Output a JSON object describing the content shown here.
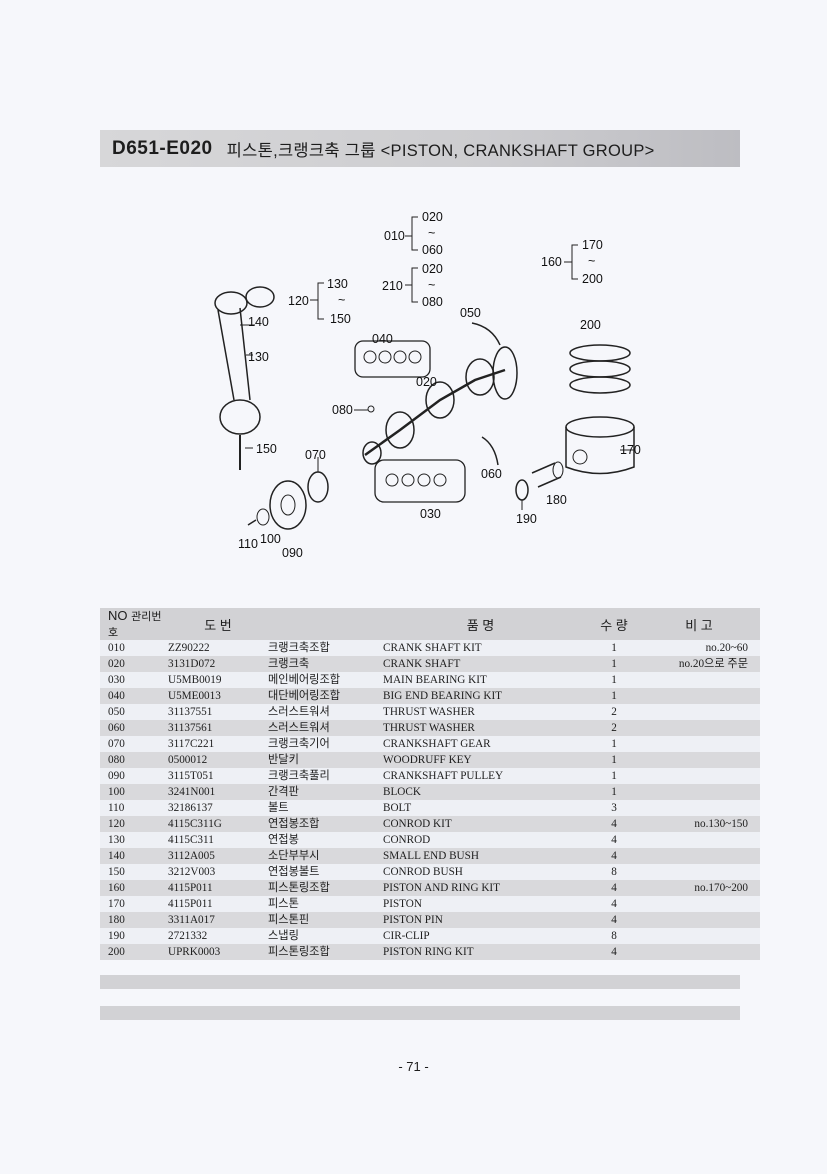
{
  "header": {
    "code": "D651-E020",
    "title": "피스톤,크랭크축 그룹 <PISTON, CRANKSHAFT GROUP>"
  },
  "diagram": {
    "labels": {
      "l010": "010",
      "l020a": "020",
      "l060a": "060",
      "tilde1": "~",
      "l210": "210",
      "l020b": "020",
      "l080a": "080",
      "tilde2": "~",
      "l120": "120",
      "l130a": "130",
      "l150a": "150",
      "tilde3": "~",
      "l160": "160",
      "l170a": "170",
      "l200a": "200",
      "tilde4": "~",
      "l140": "140",
      "l130b": "130",
      "l150b": "150",
      "l050": "050",
      "l040": "040",
      "l020c": "020",
      "l080b": "080",
      "l070": "070",
      "l060b": "060",
      "l030": "030",
      "l110": "110",
      "l100": "100",
      "l090": "090",
      "l200b": "200",
      "l170b": "170",
      "l180": "180",
      "l190": "190"
    }
  },
  "table": {
    "headers": {
      "no": "NO",
      "mgmt": "관리번호",
      "part": "도 번",
      "name": "품 명",
      "qty": "수 량",
      "remarks": "비 고"
    },
    "rows": [
      {
        "no": "010",
        "part": "ZZ90222",
        "kr": "크랭크축조합",
        "en": "CRANK SHAFT KIT",
        "qty": "1",
        "rem": "no.20~60"
      },
      {
        "no": "020",
        "part": "3131D072",
        "kr": "크랭크축",
        "en": "CRANK SHAFT",
        "qty": "1",
        "rem": "no.20으로 주문"
      },
      {
        "no": "030",
        "part": "U5MB0019",
        "kr": "메인베어링조합",
        "en": "MAIN BEARING KIT",
        "qty": "1",
        "rem": ""
      },
      {
        "no": "040",
        "part": "U5ME0013",
        "kr": "대단베어링조합",
        "en": "BIG END BEARING KIT",
        "qty": "1",
        "rem": ""
      },
      {
        "no": "050",
        "part": "31137551",
        "kr": "스러스트워셔",
        "en": "THRUST WASHER",
        "qty": "2",
        "rem": ""
      },
      {
        "no": "060",
        "part": "31137561",
        "kr": "스러스트워셔",
        "en": "THRUST WASHER",
        "qty": "2",
        "rem": ""
      },
      {
        "no": "070",
        "part": "3117C221",
        "kr": "크랭크축기어",
        "en": "CRANKSHAFT GEAR",
        "qty": "1",
        "rem": ""
      },
      {
        "no": "080",
        "part": "0500012",
        "kr": "반달키",
        "en": "WOODRUFF KEY",
        "qty": "1",
        "rem": ""
      },
      {
        "no": "090",
        "part": "3115T051",
        "kr": "크랭크축풀리",
        "en": "CRANKSHAFT PULLEY",
        "qty": "1",
        "rem": ""
      },
      {
        "no": "100",
        "part": "3241N001",
        "kr": "간격판",
        "en": "BLOCK",
        "qty": "1",
        "rem": ""
      },
      {
        "no": "110",
        "part": "32186137",
        "kr": "볼트",
        "en": "BOLT",
        "qty": "3",
        "rem": ""
      },
      {
        "no": "120",
        "part": "4115C311G",
        "kr": "연접봉조합",
        "en": "CONROD KIT",
        "qty": "4",
        "rem": "no.130~150"
      },
      {
        "no": "130",
        "part": "4115C311",
        "kr": "연접봉",
        "en": "CONROD",
        "qty": "4",
        "rem": ""
      },
      {
        "no": "140",
        "part": "3112A005",
        "kr": "소단부부시",
        "en": "SMALL END BUSH",
        "qty": "4",
        "rem": ""
      },
      {
        "no": "150",
        "part": "3212V003",
        "kr": "연접봉볼트",
        "en": "CONROD BUSH",
        "qty": "8",
        "rem": ""
      },
      {
        "no": "160",
        "part": "4115P011",
        "kr": "피스톤링조합",
        "en": "PISTON AND RING KIT",
        "qty": "4",
        "rem": "no.170~200"
      },
      {
        "no": "170",
        "part": "4115P011",
        "kr": "피스톤",
        "en": "PISTON",
        "qty": "4",
        "rem": ""
      },
      {
        "no": "180",
        "part": "3311A017",
        "kr": "피스톤핀",
        "en": "PISTON PIN",
        "qty": "4",
        "rem": ""
      },
      {
        "no": "190",
        "part": "2721332",
        "kr": "스냅링",
        "en": "CIR-CLIP",
        "qty": "8",
        "rem": ""
      },
      {
        "no": "200",
        "part": "UPRK0003",
        "kr": "피스톤링조합",
        "en": "PISTON RING KIT",
        "qty": "4",
        "rem": ""
      }
    ]
  },
  "page_number": "- 71 -"
}
